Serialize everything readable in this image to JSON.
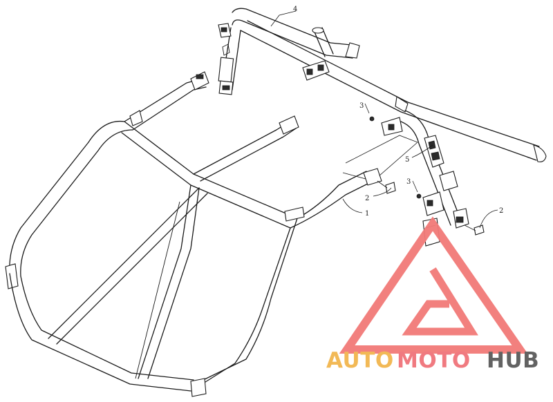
{
  "callouts": [
    {
      "id": "c4",
      "label": "4"
    },
    {
      "id": "c3a",
      "label": "3"
    },
    {
      "id": "c5",
      "label": "5"
    },
    {
      "id": "c3b",
      "label": "3"
    },
    {
      "id": "c2a",
      "label": "2"
    },
    {
      "id": "c1",
      "label": "1"
    },
    {
      "id": "c2b",
      "label": "2"
    }
  ],
  "watermark": {
    "part1": "AUTO",
    "part2": "MOTO",
    "part3": "HUB",
    "colors": {
      "auto": "#f2b64e",
      "moto": "#f0737a",
      "hub": "#5a5a5a",
      "triangle": "#f27a78"
    }
  }
}
